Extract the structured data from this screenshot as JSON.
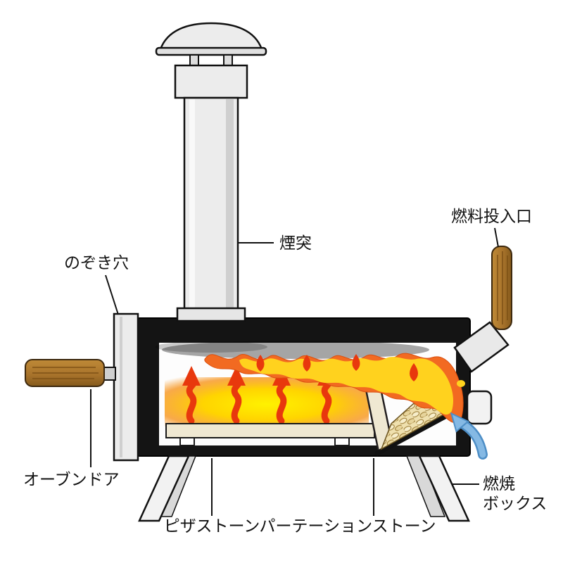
{
  "labels": {
    "chimney": "煙突",
    "fuel_inlet": "燃料投入口",
    "peephole": "のぞき穴",
    "oven_door": "オーブンドア",
    "pizza_stone": "ピザストーン",
    "partition_stone": "パーテーションストーン",
    "combustion_box_line1": "燃焼",
    "combustion_box_line2": "ボックス"
  },
  "colors": {
    "outline": "#111111",
    "body_black": "#141414",
    "steel_light": "#ececec",
    "wood_brown": "#a9742c",
    "flame_orange": "#f26a21",
    "flame_yellow": "#ffd21e",
    "flame_red": "#e8380d",
    "glow_yellow": "#ffd400",
    "stone_beige": "#efe8d2",
    "pellet_tan": "#efe0ae",
    "air_blue": "#85b9e4"
  }
}
